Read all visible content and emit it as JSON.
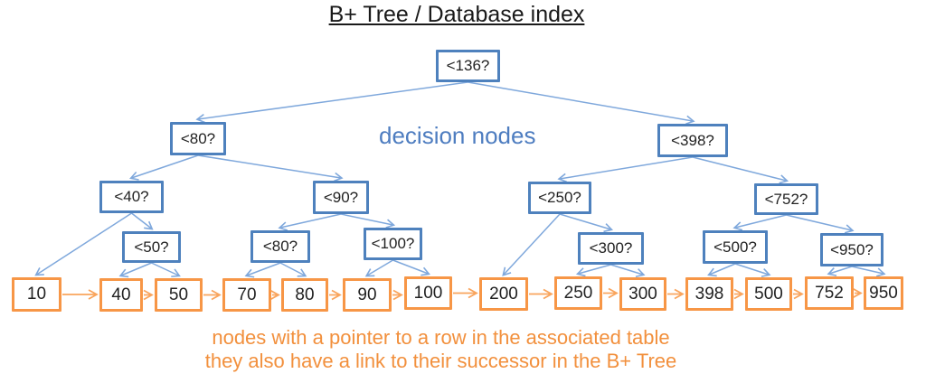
{
  "title": "B+ Tree / Database index",
  "labels": {
    "decision_nodes_label": "decision nodes",
    "leaf_caption_line1": "nodes with a pointer to a row in the associated table",
    "leaf_caption_line2": "they also have a link to their successor in the B+ Tree"
  },
  "colors": {
    "decision_border_blue": "#4E81BD",
    "decision_edge_blue": "#7FA8DC",
    "decision_label_blue": "#4E7DC0",
    "leaf_border_orange": "#F79646",
    "leaf_edge_orange": "#F9A45C",
    "caption_orange": "#F2903D",
    "node_text": "#222222",
    "title_text": "#1A1A1A"
  },
  "tree": {
    "decision_nodes": [
      {
        "id": "d136",
        "label": "<136?"
      },
      {
        "id": "d80a",
        "label": "<80?"
      },
      {
        "id": "d398",
        "label": "<398?"
      },
      {
        "id": "d40",
        "label": "<40?"
      },
      {
        "id": "d90",
        "label": "<90?"
      },
      {
        "id": "d250",
        "label": "<250?"
      },
      {
        "id": "d752",
        "label": "<752?"
      },
      {
        "id": "d50",
        "label": "<50?"
      },
      {
        "id": "d80b",
        "label": "<80?"
      },
      {
        "id": "d100",
        "label": "<100?"
      },
      {
        "id": "d300",
        "label": "<300?"
      },
      {
        "id": "d500",
        "label": "<500?"
      },
      {
        "id": "d950",
        "label": "<950?"
      }
    ],
    "leaf_nodes": [
      {
        "id": "l10",
        "label": "10"
      },
      {
        "id": "l40",
        "label": "40"
      },
      {
        "id": "l50",
        "label": "50"
      },
      {
        "id": "l70",
        "label": "70"
      },
      {
        "id": "l80",
        "label": "80"
      },
      {
        "id": "l90",
        "label": "90"
      },
      {
        "id": "l100",
        "label": "100"
      },
      {
        "id": "l200",
        "label": "200"
      },
      {
        "id": "l250",
        "label": "250"
      },
      {
        "id": "l300",
        "label": "300"
      },
      {
        "id": "l398",
        "label": "398"
      },
      {
        "id": "l500",
        "label": "500"
      },
      {
        "id": "l752",
        "label": "752"
      },
      {
        "id": "l950",
        "label": "950"
      }
    ],
    "edges": [
      {
        "from": "d136",
        "to": "d80a"
      },
      {
        "from": "d136",
        "to": "d398"
      },
      {
        "from": "d80a",
        "to": "d40"
      },
      {
        "from": "d80a",
        "to": "d90"
      },
      {
        "from": "d398",
        "to": "d250"
      },
      {
        "from": "d398",
        "to": "d752"
      },
      {
        "from": "d40",
        "to": "l10"
      },
      {
        "from": "d40",
        "to": "d50"
      },
      {
        "from": "d90",
        "to": "d80b"
      },
      {
        "from": "d90",
        "to": "d100"
      },
      {
        "from": "d250",
        "to": "l200"
      },
      {
        "from": "d250",
        "to": "d300"
      },
      {
        "from": "d752",
        "to": "d500"
      },
      {
        "from": "d752",
        "to": "d950"
      },
      {
        "from": "d50",
        "to": "l40"
      },
      {
        "from": "d50",
        "to": "l50"
      },
      {
        "from": "d80b",
        "to": "l70"
      },
      {
        "from": "d80b",
        "to": "l80"
      },
      {
        "from": "d100",
        "to": "l90"
      },
      {
        "from": "d100",
        "to": "l100"
      },
      {
        "from": "d300",
        "to": "l250"
      },
      {
        "from": "d300",
        "to": "l300"
      },
      {
        "from": "d500",
        "to": "l398"
      },
      {
        "from": "d500",
        "to": "l500"
      },
      {
        "from": "d950",
        "to": "l752"
      },
      {
        "from": "d950",
        "to": "l950"
      }
    ],
    "successor_links": [
      {
        "from": "l10",
        "to": "l40"
      },
      {
        "from": "l40",
        "to": "l50"
      },
      {
        "from": "l50",
        "to": "l70"
      },
      {
        "from": "l70",
        "to": "l80"
      },
      {
        "from": "l80",
        "to": "l90"
      },
      {
        "from": "l90",
        "to": "l100"
      },
      {
        "from": "l100",
        "to": "l200"
      },
      {
        "from": "l200",
        "to": "l250"
      },
      {
        "from": "l250",
        "to": "l300"
      },
      {
        "from": "l300",
        "to": "l398"
      },
      {
        "from": "l398",
        "to": "l500"
      },
      {
        "from": "l500",
        "to": "l752"
      },
      {
        "from": "l752",
        "to": "l950"
      }
    ]
  }
}
